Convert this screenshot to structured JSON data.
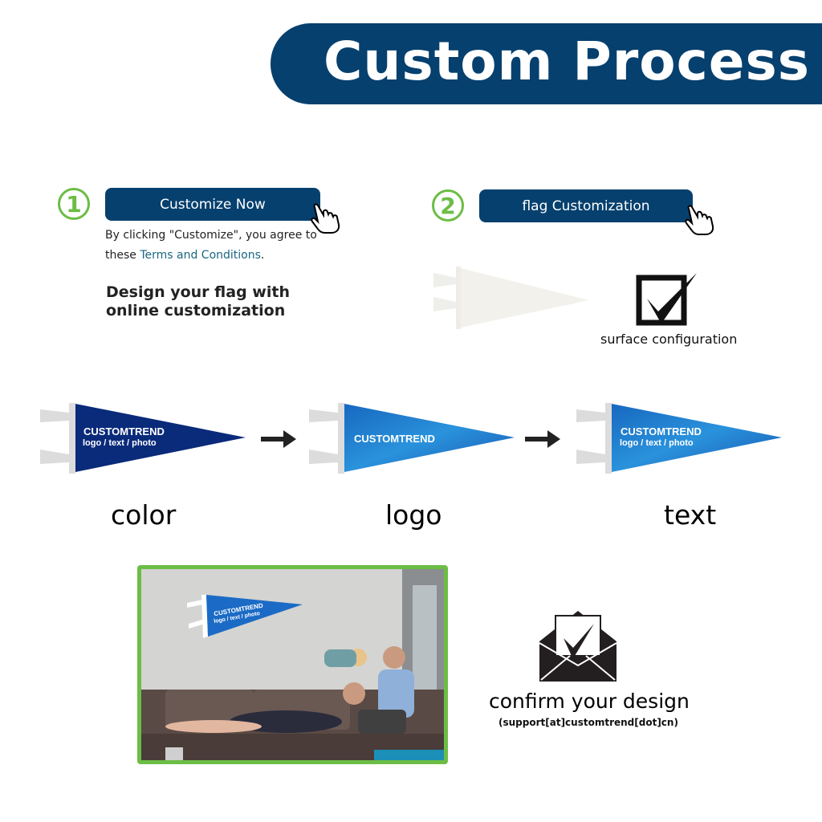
{
  "header": {
    "title": "Custom Process"
  },
  "steps": [
    {
      "number": "1",
      "button_label": "Customize Now",
      "note_prefix": "By clicking \"Customize\", you agree to these ",
      "note_link": "Terms and Conditions",
      "note_suffix": ".",
      "description_line1": "Design your flag with",
      "description_line2": "online customization"
    },
    {
      "number": "2",
      "button_label": "flag Customization",
      "checkbox_caption": "surface configuration"
    }
  ],
  "stages": [
    {
      "label": "color",
      "pennant_line1": "CUSTOMTREND",
      "pennant_line2": "logo / text / photo",
      "color": "#0a2a7a"
    },
    {
      "label": "logo",
      "pennant_line1": "CUSTOMTREND",
      "pennant_line2": "",
      "color": "#1a76c9"
    },
    {
      "label": "text",
      "pennant_line1": "CUSTOMTREND",
      "pennant_line2": "logo / text / photo",
      "color": "#1a76c9"
    }
  ],
  "photo": {
    "pennant_line1": "CUSTOMTREND",
    "pennant_line2": "logo / text / photo"
  },
  "confirm": {
    "title": "confirm your design",
    "contact": "(support[at]customtrend[dot]cn)"
  },
  "colors": {
    "brand_navy": "#06406e",
    "step_green": "#6cbd45",
    "link_teal": "#1a6680"
  }
}
